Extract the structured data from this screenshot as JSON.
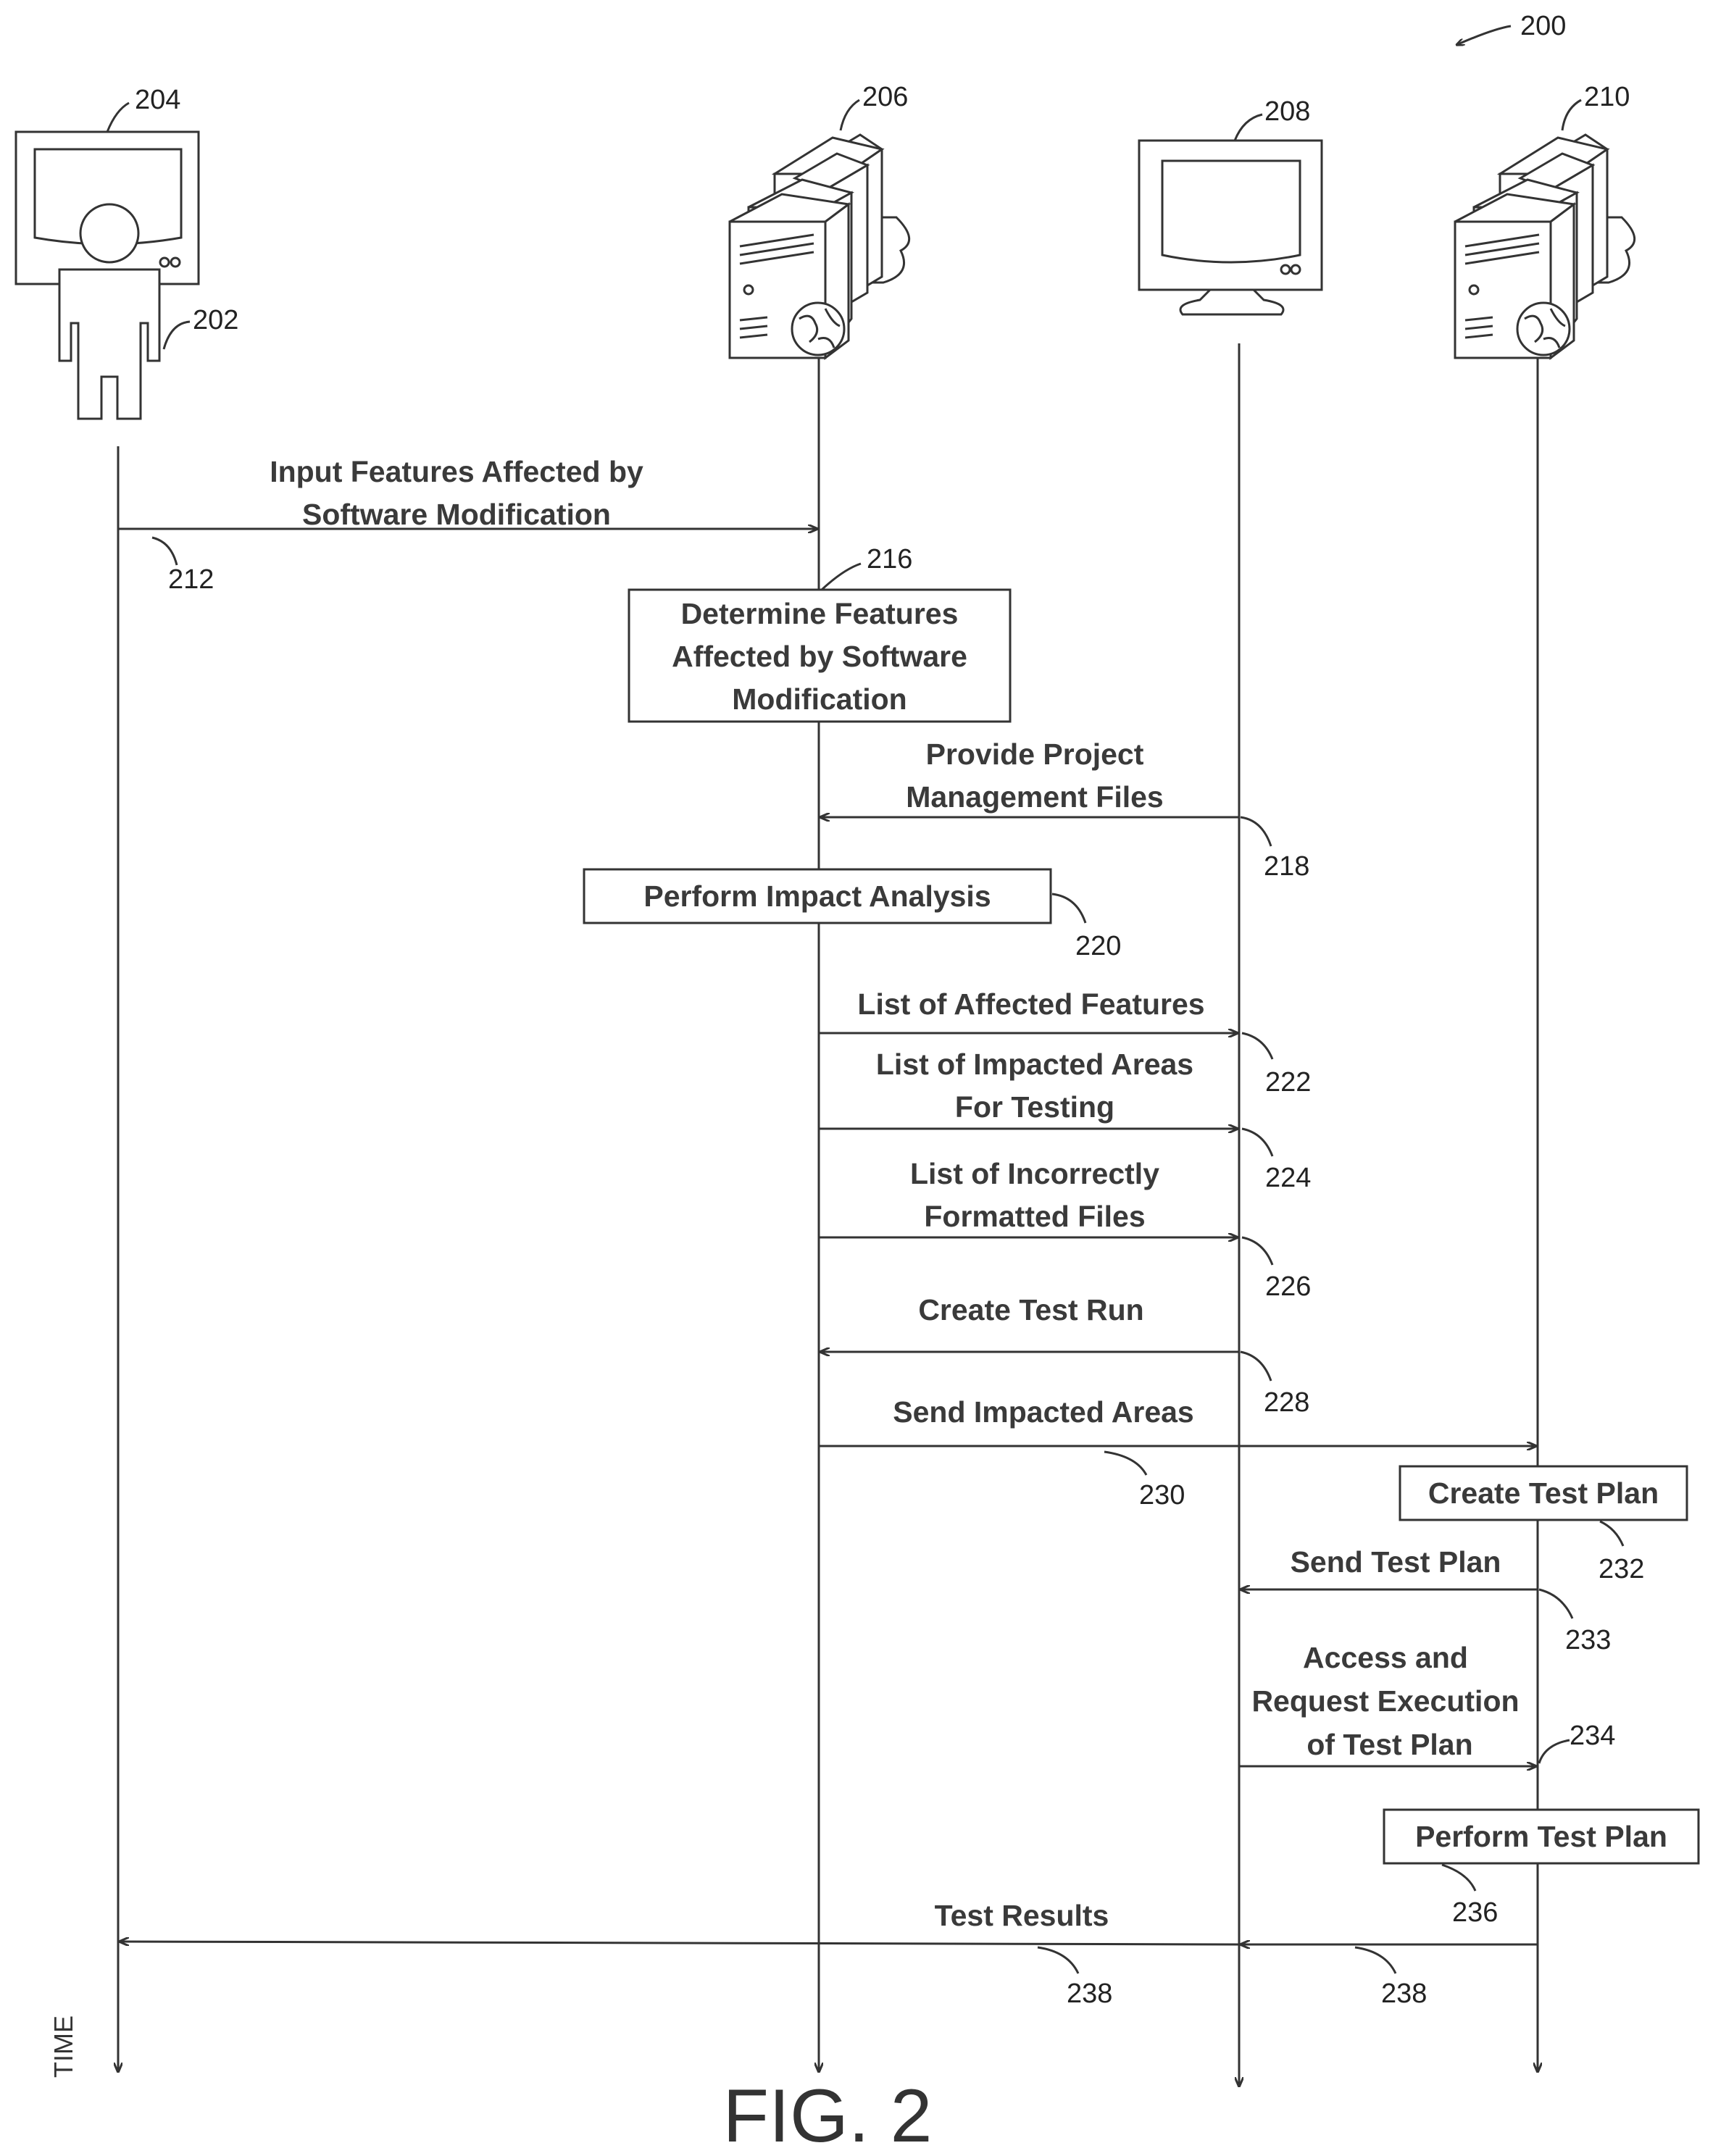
{
  "figure": {
    "ref": "200",
    "caption": "FIG. 2",
    "time_label": "TIME"
  },
  "participants": {
    "user_ref": "202",
    "user_terminal_ref": "204",
    "server_a_ref": "206",
    "monitor_ref": "208",
    "server_b_ref": "210"
  },
  "steps": {
    "s212": {
      "ref": "212",
      "line1": "Input Features Affected by",
      "line2": "Software Modification"
    },
    "s216": {
      "ref": "216",
      "line1": "Determine Features",
      "line2": "Affected by Software",
      "line3": "Modification"
    },
    "s218": {
      "ref": "218",
      "line1": "Provide Project",
      "line2": "Management Files"
    },
    "s220": {
      "ref": "220",
      "label": "Perform Impact Analysis"
    },
    "s222": {
      "ref": "222",
      "label": "List of Affected Features"
    },
    "s224": {
      "ref": "224",
      "line1": "List of Impacted Areas",
      "line2": "For Testing"
    },
    "s226": {
      "ref": "226",
      "line1": "List of Incorrectly",
      "line2": "Formatted Files"
    },
    "s228": {
      "ref": "228",
      "label": "Create Test Run"
    },
    "s230": {
      "ref": "230",
      "label": "Send Impacted Areas"
    },
    "s232": {
      "ref": "232",
      "label": "Create Test Plan"
    },
    "s233": {
      "ref": "233",
      "label": "Send Test Plan"
    },
    "s234": {
      "ref": "234",
      "line1": "Access and",
      "line2": "Request Execution",
      "line3": "of Test Plan"
    },
    "s236": {
      "ref": "236",
      "label": "Perform Test Plan"
    },
    "s238": {
      "ref": "238",
      "label": "Test Results"
    }
  }
}
